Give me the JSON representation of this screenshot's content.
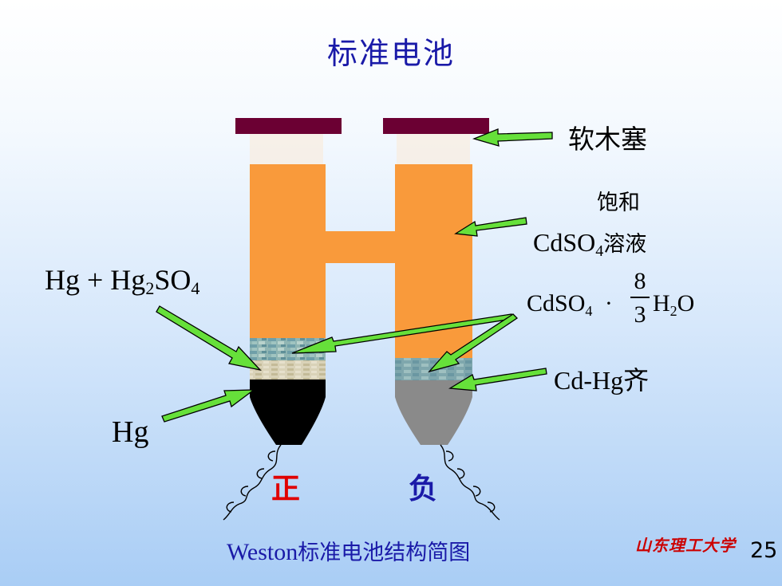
{
  "title": "标准电池",
  "labels": {
    "cork": "软木塞",
    "saturated_line1": "饱和",
    "saturated_cdso4": "CdSO",
    "saturated_sub": "4",
    "saturated_tail": "溶液",
    "crystal_cdso4": "CdSO",
    "crystal_sub4": "4",
    "crystal_dot": "·",
    "crystal_num": "8",
    "crystal_den": "3",
    "crystal_h": "H",
    "crystal_sub2": "2",
    "crystal_o": "O",
    "amalgam": "Cd-Hg齐",
    "paste_hg": "Hg + Hg",
    "paste_sub2": "2",
    "paste_so": "SO",
    "paste_sub4": "4",
    "mercury": "Hg",
    "positive": "正",
    "negative": "负"
  },
  "caption_latin": "Weston",
  "caption_cn": "标准电池结构简图",
  "university": "山东理工大学",
  "page_number": "25",
  "colors": {
    "title": "#1a1aa8",
    "solution": "#f99a3b",
    "cork": "#6b0033",
    "arrow": "#66e03a",
    "positive": "#e00000",
    "negative": "#1a1aa8",
    "mercury": "#000000",
    "amalgam": "#8a8a8a"
  }
}
